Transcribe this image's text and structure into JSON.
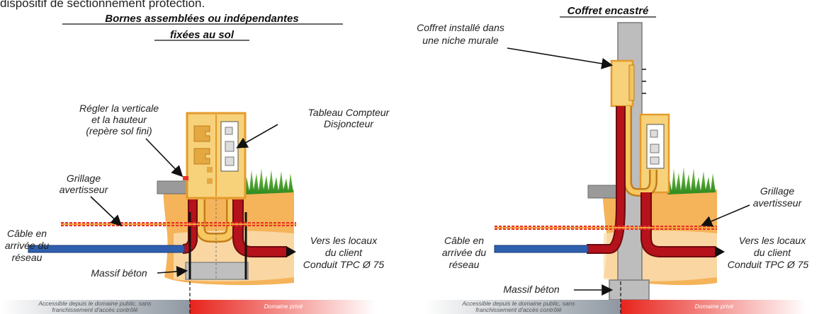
{
  "top_text": "dispositif de sectionnement protection.",
  "left": {
    "title_line1": "Bornes assemblées ou indépendantes",
    "title_line2": "fixées au sol",
    "label_regler_1": "Régler la verticale",
    "label_regler_2": "et la hauteur",
    "label_regler_3": "(repère sol fini)",
    "label_tableau_1": "Tableau Compteur",
    "label_tableau_2": "Disjoncteur",
    "label_grillage_1": "Grillage",
    "label_grillage_2": "avertisseur",
    "label_cable_1": "Câble en",
    "label_cable_2": "arrivée du",
    "label_cable_3": "réseau",
    "label_vers_1": "Vers les locaux",
    "label_vers_2": "du client",
    "label_vers_3": "Conduit TPC Ø 75",
    "label_massif": "Massif béton",
    "band_public_1": "Accessible depuis le domaine public, sans",
    "band_public_2": "franchissement d'accès contrôlé",
    "band_prive": "Domaine privé"
  },
  "right": {
    "title": "Coffret encastré",
    "label_coffret_1": "Coffret installé dans",
    "label_coffret_2": "une niche murale",
    "label_grillage_1": "Grillage",
    "label_grillage_2": "avertisseur",
    "label_cable_1": "Câble en",
    "label_cable_2": "arrivée du",
    "label_cable_3": "réseau",
    "label_vers_1": "Vers les locaux",
    "label_vers_2": "du client",
    "label_vers_3": "Conduit TPC Ø 75",
    "label_massif": "Massif béton",
    "band_public_1": "Accessible depuis le domaine public, sans",
    "band_public_2": "franchissement d'accès contrôlé",
    "band_prive": "Domaine privé"
  },
  "colors": {
    "cable_blue": "#2f5fae",
    "conduit_red": "#b5121b",
    "box_yellow": "#f7d27a",
    "box_outline": "#e49a2c",
    "concrete_gray": "#b9b9b9",
    "soil_orange": "#f5b35a",
    "grass_green": "#3aa02a",
    "band_gray": "#9aa3ad",
    "band_red": "#e8312a"
  }
}
